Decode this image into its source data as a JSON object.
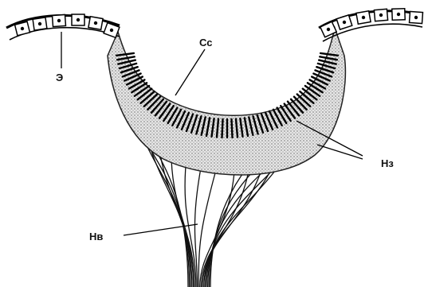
{
  "labels": {
    "epithelium": "Э",
    "sensory_cells": "Сс",
    "nerve_endings": "Нз",
    "nerve_fibers": "Нв"
  }
}
